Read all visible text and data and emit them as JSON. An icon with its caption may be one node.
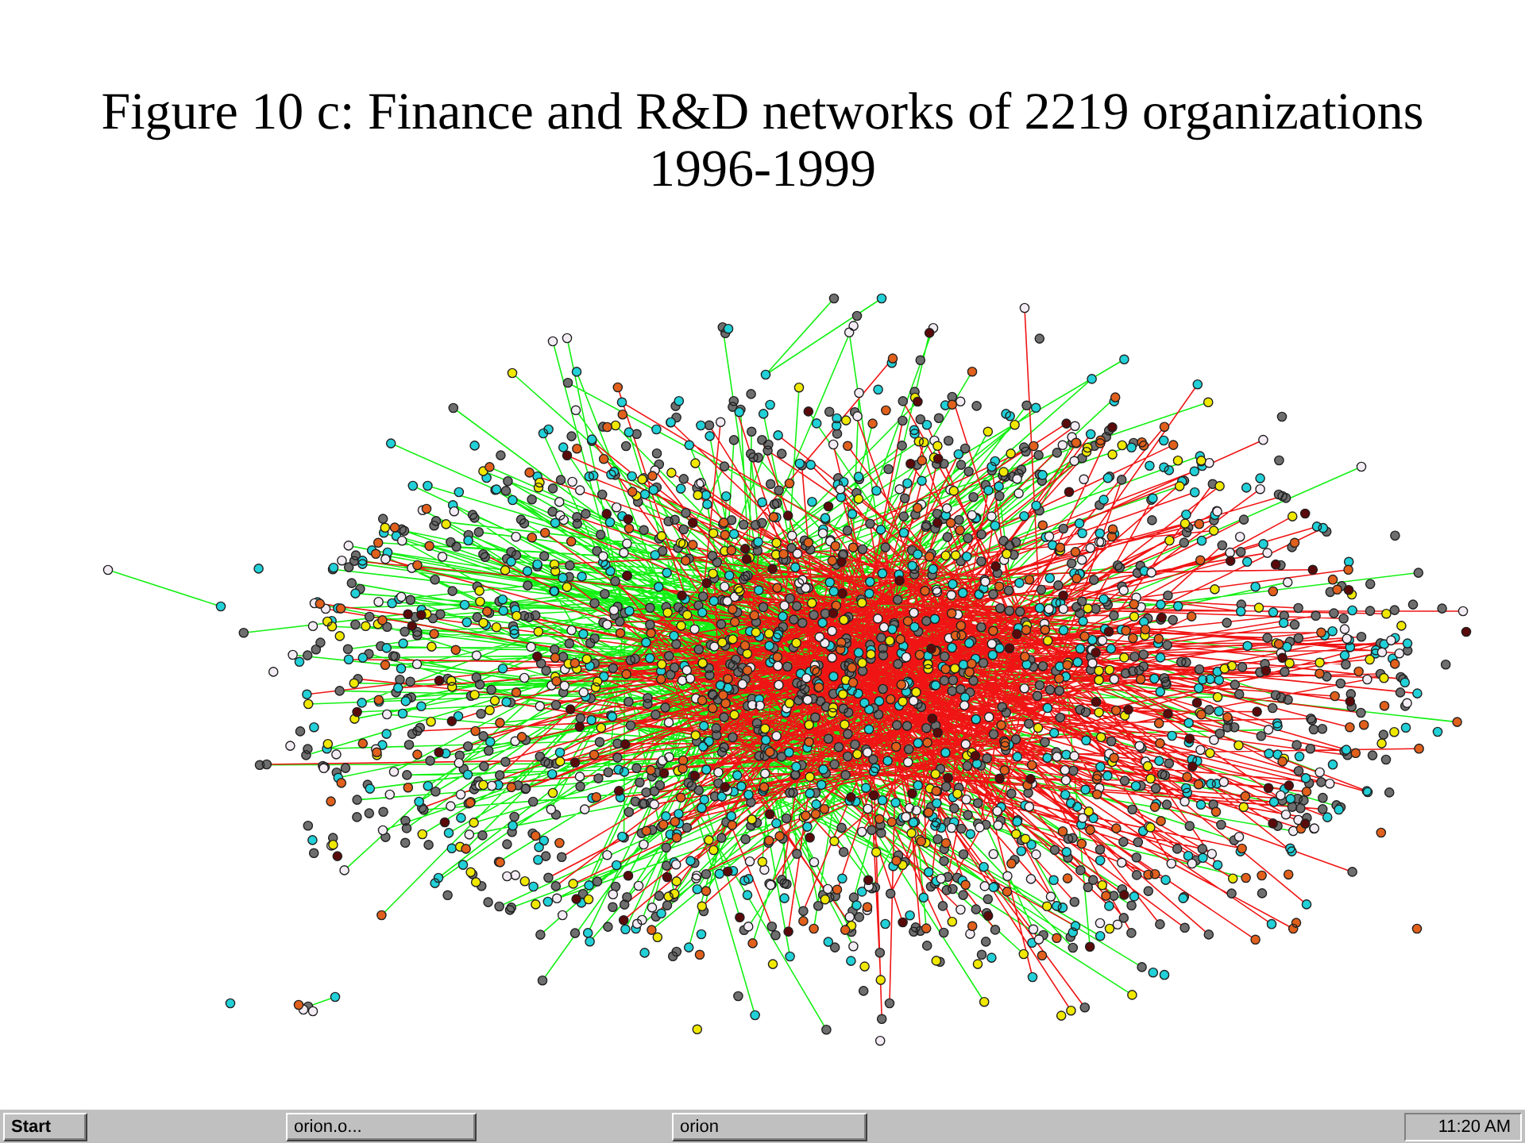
{
  "diagram": {
    "title": "Figure 10 c: Finance and R&D networks of 2219 organizations 1996-1999",
    "labels": [
      "Start",
      "orion.o...",
      "orion",
      "11:20 AM"
    ]
  }
}
